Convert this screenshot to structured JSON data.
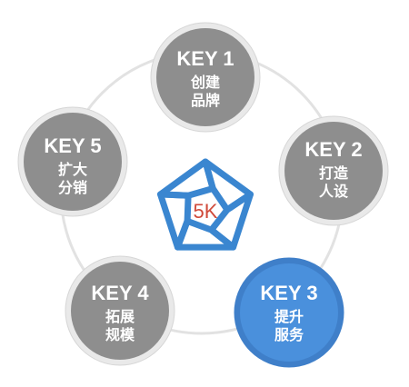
{
  "center": {
    "label": "5K",
    "icon": "pentagon-swirl-logo"
  },
  "nodes": [
    {
      "key": "KEY 1",
      "line1": "创建",
      "line2": "品牌",
      "highlight": false
    },
    {
      "key": "KEY 2",
      "line1": "打造",
      "line2": "人设",
      "highlight": false
    },
    {
      "key": "KEY 3",
      "line1": "提升",
      "line2": "服务",
      "highlight": true
    },
    {
      "key": "KEY 4",
      "line1": "拓展",
      "line2": "规模",
      "highlight": false
    },
    {
      "key": "KEY 5",
      "line1": "扩大",
      "line2": "分销",
      "highlight": false
    }
  ],
  "colors": {
    "node_fill": "#8e8e8e",
    "node_ring": "#e9e9e9",
    "highlight_fill": "#4a90dc",
    "highlight_ring": "#3f7fc9",
    "logo_blue": "#3a86d0",
    "orbit": "#e2e2e2",
    "center_text": "#d04a3a"
  }
}
